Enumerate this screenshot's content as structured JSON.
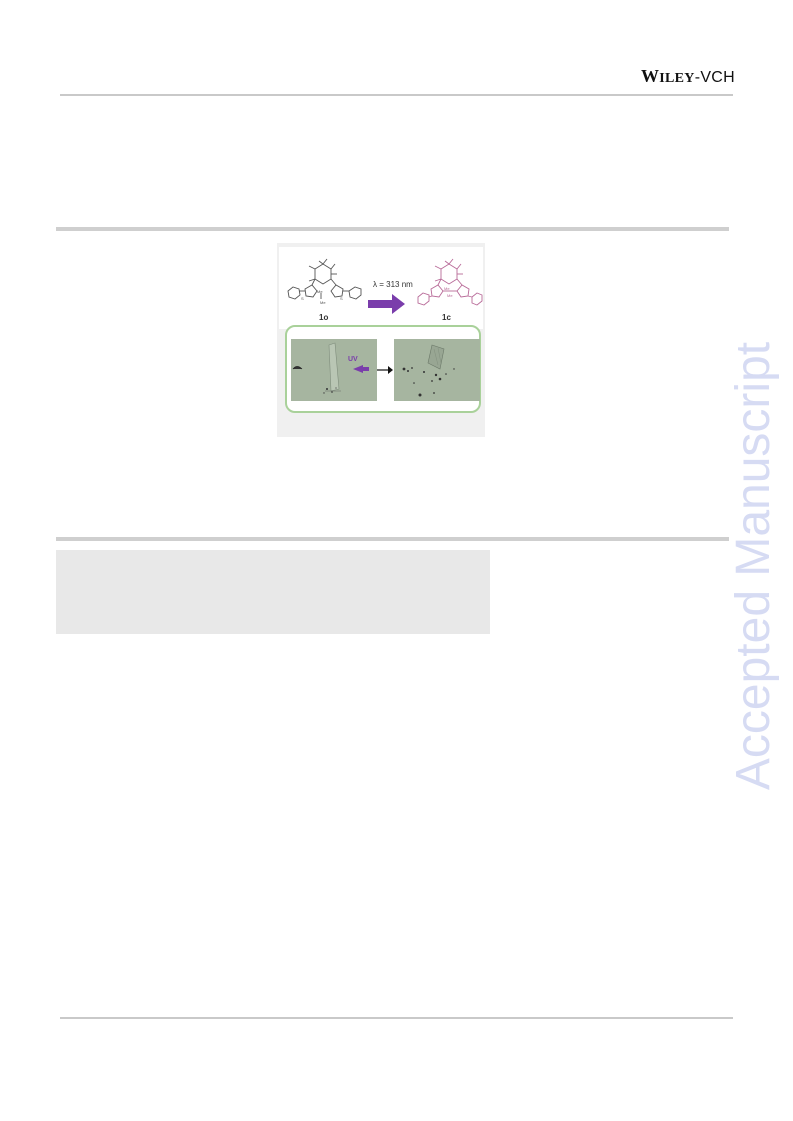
{
  "header": {
    "logo_w": "W",
    "logo_iley": "ILEY",
    "logo_vch": "-VCH"
  },
  "watermark": "Accepted Manuscript",
  "figure": {
    "reaction_label": "λ = 313 nm",
    "compound_open": "1o",
    "compound_closed": "1c",
    "uv_label": "UV",
    "colors": {
      "open_structure": "#555555",
      "closed_structure": "#b86a98",
      "uv_arrow": "#7a3dab",
      "panel_frame": "#a9d19a"
    }
  }
}
